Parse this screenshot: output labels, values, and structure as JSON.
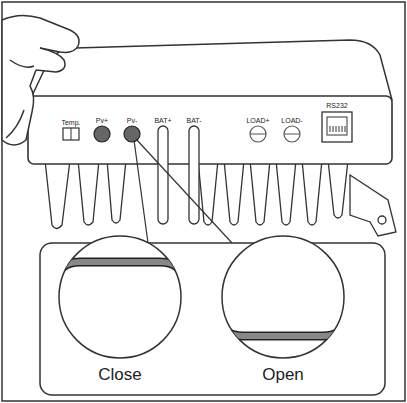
{
  "diagram": {
    "nodes": [
      {
        "text": [
          "Close"
        ]
      },
      {
        "text": [
          "Open"
        ]
      }
    ],
    "labels": [
      "Temp.",
      "Pv+",
      "Pv-",
      "BAT+",
      "BAT-",
      "LOAD+",
      "LOAD-",
      "RS232"
    ]
  }
}
